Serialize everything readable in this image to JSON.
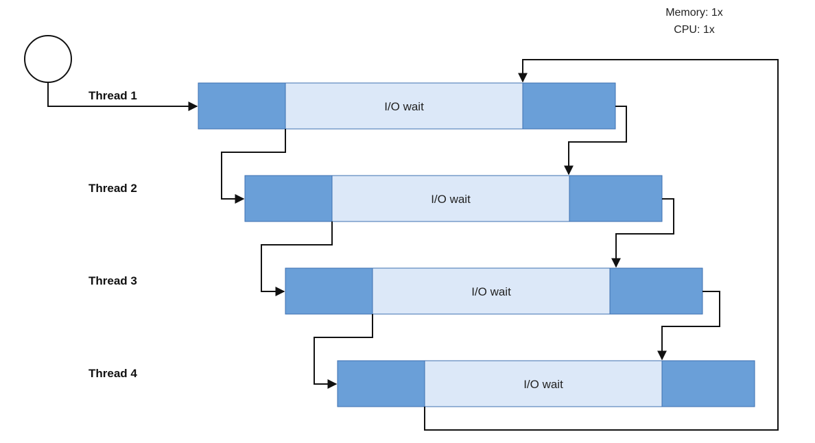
{
  "resources": {
    "memory": "Memory: 1x",
    "cpu": "CPU: 1x"
  },
  "threads": [
    {
      "label": "Thread 1",
      "wait_label": "I/O wait"
    },
    {
      "label": "Thread 2",
      "wait_label": "I/O wait"
    },
    {
      "label": "Thread 3",
      "wait_label": "I/O wait"
    },
    {
      "label": "Thread 4",
      "wait_label": "I/O wait"
    }
  ],
  "colors": {
    "cpu_block": "#6a9fd8",
    "wait_block": "#dce8f8",
    "block_border": "#3c6fb0",
    "line": "#111111"
  }
}
